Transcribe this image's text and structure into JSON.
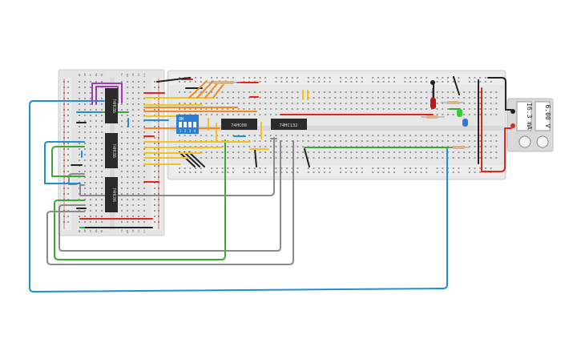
{
  "left_breadboard": {
    "column_letters_left": [
      "a",
      "b",
      "c",
      "d",
      "e"
    ],
    "column_letters_right": [
      "f",
      "g",
      "h",
      "i",
      "j"
    ],
    "rows": 26
  },
  "main_breadboard": {
    "rows": 10,
    "columns": 60
  },
  "chips": [
    {
      "id": "u1",
      "label": "74HC86"
    },
    {
      "id": "u2",
      "label": "74HC86"
    },
    {
      "id": "u3",
      "label": "74HC86"
    },
    {
      "id": "u4",
      "label": "74HC08"
    },
    {
      "id": "u5",
      "label": "74HC132"
    }
  ],
  "dip_switch": {
    "on_label": "ON",
    "numbers": [
      "1",
      "2",
      "3",
      "4"
    ]
  },
  "power_supply": {
    "current_reading": "16.3 mA",
    "voltage_reading": "6.00 V"
  },
  "colors": {
    "red": "#e0261f",
    "black": "#222222",
    "blue": "#1f8fd6",
    "green": "#3aaa35",
    "yellow": "#f2c318",
    "orange": "#f08a24",
    "gray": "#8a8a8a",
    "purple": "#a43ab8",
    "dip_blue": "#2a7fd4"
  }
}
